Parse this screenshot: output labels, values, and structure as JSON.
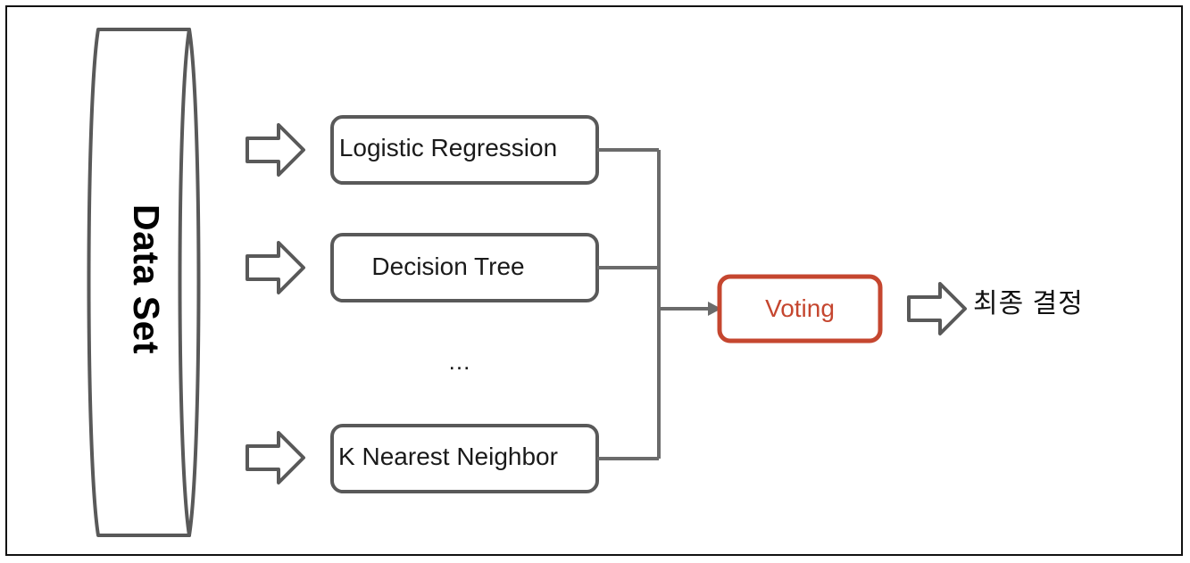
{
  "diagram": {
    "title": "Voting Ensemble Flow Diagram",
    "colors": {
      "frame": "#111111",
      "stroke_gray": "#595959",
      "line_gray": "#6b6b6b",
      "accent_red": "#C5462F",
      "text_black": "#1a1a1a",
      "background": "#ffffff"
    },
    "source": {
      "name": "dataset-cylinder",
      "label": "Data Set",
      "shape": "cylinder",
      "rotation_deg": 90
    },
    "models": [
      {
        "name": "logistic-regression",
        "label": "Logistic Regression",
        "shape": "rounded-rect"
      },
      {
        "name": "decision-tree",
        "label": "Decision Tree",
        "shape": "rounded-rect"
      },
      {
        "name": "k-nearest-neighbor",
        "label": "K Nearest Neighbor",
        "shape": "rounded-rect"
      }
    ],
    "ellipsis": "...",
    "aggregator": {
      "name": "voting-box",
      "label": "Voting",
      "shape": "rounded-rect",
      "border_color": "#C5462F",
      "text_color": "#C5462F"
    },
    "output": {
      "name": "final-decision",
      "label": "최종 결정"
    },
    "arrows": [
      {
        "name": "block-arrow-to-logistic",
        "style": "hollow-block",
        "direction": "right"
      },
      {
        "name": "block-arrow-to-decision",
        "style": "hollow-block",
        "direction": "right"
      },
      {
        "name": "block-arrow-to-knn",
        "style": "hollow-block",
        "direction": "right"
      },
      {
        "name": "line-arrow-to-voting",
        "style": "thin-line",
        "direction": "right"
      },
      {
        "name": "block-arrow-to-final",
        "style": "hollow-block",
        "direction": "right"
      }
    ],
    "connectors": {
      "name": "voting-bus",
      "description": "three horizontal stubs merging into one vertical bus feeding the Voting box"
    }
  }
}
